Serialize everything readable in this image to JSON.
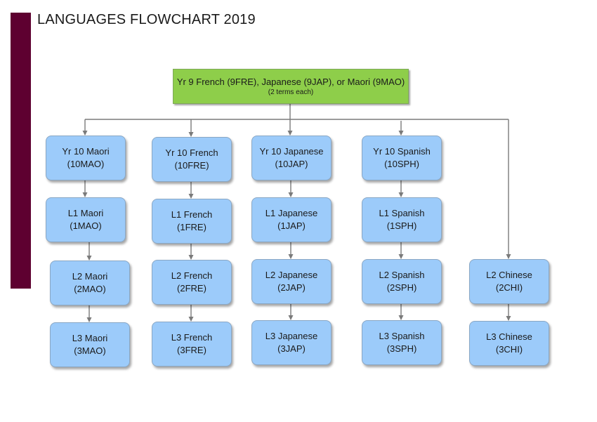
{
  "title": "LANGUAGES FLOWCHART 2019",
  "colors": {
    "side_bar": "#5e0030",
    "top_box": "#8ece4a",
    "node": "#9ccbfa",
    "connector": "#7a7a7a"
  },
  "top": {
    "line1": "Yr 9 French (9FRE), Japanese (9JAP), or Maori (9MAO)",
    "line2": "(2 terms each)"
  },
  "columns": [
    {
      "nodes": [
        {
          "name": "Yr 10 Maori",
          "code": "(10MAO)"
        },
        {
          "name": "L1 Maori",
          "code": "(1MAO)"
        },
        {
          "name": "L2 Maori",
          "code": "(2MAO)"
        },
        {
          "name": "L3 Maori",
          "code": "(3MAO)"
        }
      ]
    },
    {
      "nodes": [
        {
          "name": "Yr 10 French",
          "code": "(10FRE)"
        },
        {
          "name": "L1 French",
          "code": "(1FRE)"
        },
        {
          "name": "L2 French",
          "code": "(2FRE)"
        },
        {
          "name": "L3 French",
          "code": "(3FRE)"
        }
      ]
    },
    {
      "nodes": [
        {
          "name": "Yr 10 Japanese",
          "code": "(10JAP)"
        },
        {
          "name": "L1 Japanese",
          "code": "(1JAP)"
        },
        {
          "name": "L2 Japanese",
          "code": "(2JAP)"
        },
        {
          "name": "L3 Japanese",
          "code": "(3JAP)"
        }
      ]
    },
    {
      "nodes": [
        {
          "name": "Yr 10 Spanish",
          "code": "(10SPH)"
        },
        {
          "name": "L1 Spanish",
          "code": "(1SPH)"
        },
        {
          "name": "L2 Spanish",
          "code": "(2SPH)"
        },
        {
          "name": "L3 Spanish",
          "code": "(3SPH)"
        }
      ]
    },
    {
      "nodes": [
        {
          "name": "L2 Chinese",
          "code": "(2CHI)"
        },
        {
          "name": "L3 Chinese",
          "code": "(3CHI)"
        }
      ]
    }
  ]
}
